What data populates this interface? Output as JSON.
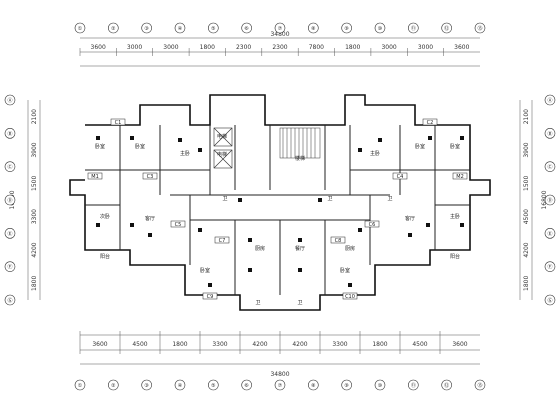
{
  "drawing": {
    "overall_dim_top": "34800",
    "overall_dim_bottom": "34800",
    "top_segments": [
      "3600",
      "3000",
      "3000",
      "1800",
      "2300",
      "2300",
      "7800",
      "1800",
      "3000",
      "3000",
      "3600"
    ],
    "bottom_segments": [
      "3600",
      "4500",
      "1800",
      "3300",
      "4200",
      "4200",
      "3300",
      "1800",
      "4500",
      "3600"
    ],
    "left_segments": [
      "2100",
      "3900",
      "1500",
      "3300",
      "4200",
      "1800"
    ],
    "right_segments": [
      "2100",
      "3900",
      "1500",
      "4500",
      "4200",
      "1800"
    ],
    "left_total": "16800",
    "right_total": "16800",
    "grid_top": [
      "①",
      "②",
      "③",
      "④",
      "⑤",
      "⑥",
      "⑦",
      "⑧",
      "⑨",
      "⑩",
      "⑪",
      "⑫",
      "⑬"
    ],
    "grid_side": [
      "Ⓐ",
      "Ⓑ",
      "Ⓒ",
      "Ⓓ",
      "Ⓔ",
      "Ⓕ",
      "Ⓖ"
    ],
    "rooms": [
      "卧室",
      "卧室",
      "主卧",
      "客厅",
      "卫",
      "卫",
      "厨房",
      "餐厅",
      "厨房",
      "卫",
      "主卧",
      "卧室",
      "卧室",
      "阳台",
      "阳台",
      "电梯",
      "电梯",
      "楼梯",
      "客厅",
      "次卧",
      "主卧",
      "卧室",
      "卧室",
      "卫",
      "卫"
    ],
    "tags": [
      "C1",
      "C2",
      "C3",
      "C4",
      "C5",
      "C6",
      "C7",
      "C8",
      "C9",
      "C10",
      "M1",
      "M2"
    ]
  }
}
